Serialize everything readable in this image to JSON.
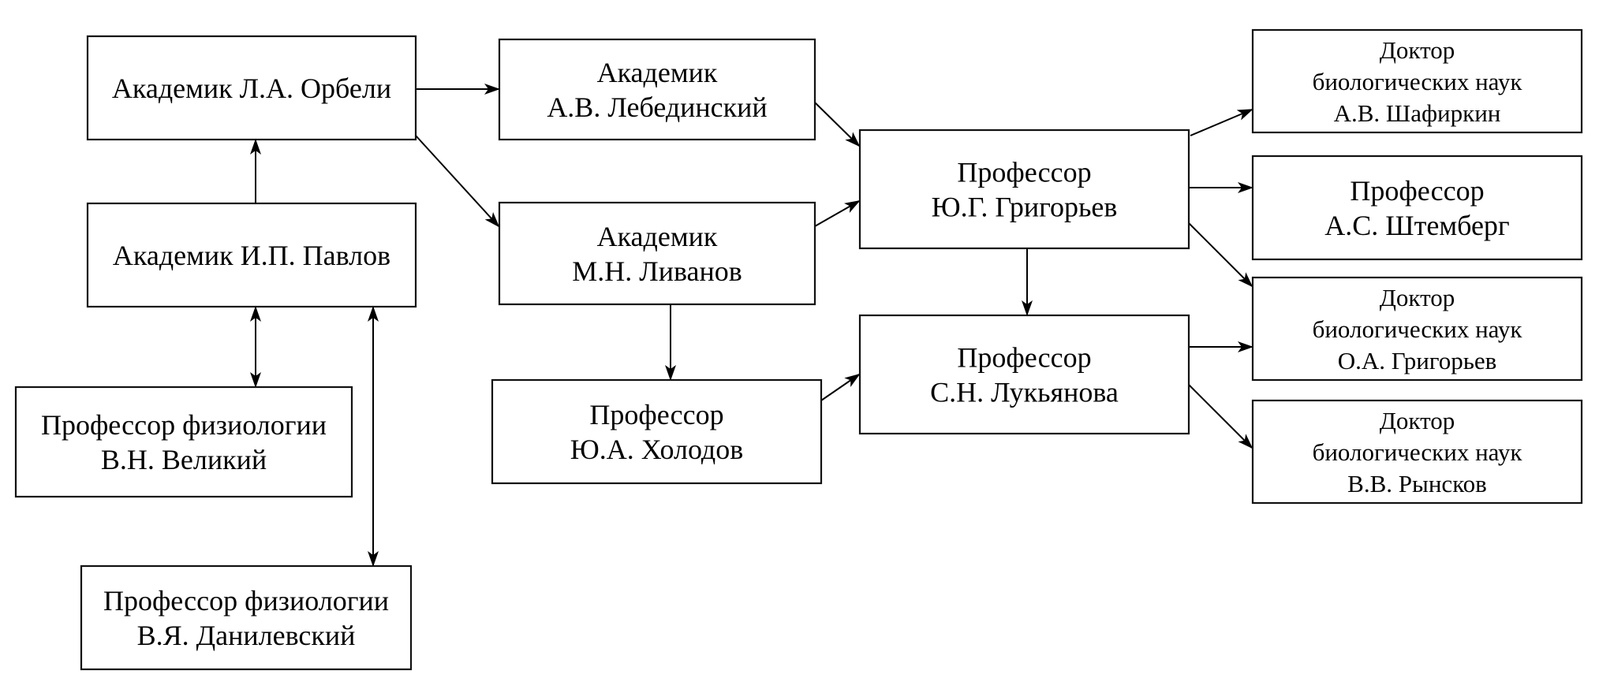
{
  "diagram": {
    "title": "",
    "nodes": [
      {
        "id": "orbeli",
        "lines": [
          "Академик Л.А. Орбели"
        ]
      },
      {
        "id": "pavlov",
        "lines": [
          "Академик И.П. Павлов"
        ]
      },
      {
        "id": "velikiy",
        "lines": [
          "Профессор физиологии",
          "В.Н. Великий"
        ]
      },
      {
        "id": "danilevsky",
        "lines": [
          "Профессор физиологии",
          "В.Я. Данилевский"
        ]
      },
      {
        "id": "lebedinsky",
        "lines": [
          "Академик",
          "А.В. Лебединский"
        ]
      },
      {
        "id": "livanov",
        "lines": [
          "Академик",
          "М.Н. Ливанов"
        ]
      },
      {
        "id": "kholodov",
        "lines": [
          "Профессор",
          "Ю.А. Холодов"
        ]
      },
      {
        "id": "yu-grigoryev",
        "lines": [
          "Профессор",
          "Ю.Г. Григорьев"
        ]
      },
      {
        "id": "lukyanova",
        "lines": [
          "Профессор",
          "С.Н. Лукьянова"
        ]
      },
      {
        "id": "shafirkin",
        "lines": [
          "Доктор",
          "биологических наук",
          "А.В. Шафиркин"
        ]
      },
      {
        "id": "shtemberg",
        "lines": [
          "Профессор",
          "А.С. Штемберг"
        ]
      },
      {
        "id": "oa-grigoryev",
        "lines": [
          "Доктор",
          "биологических наук",
          "О.А. Григорьев"
        ]
      },
      {
        "id": "rynskov",
        "lines": [
          "Доктор",
          "биологических наук",
          "В.В. Рынсков"
        ]
      }
    ],
    "edges": [
      {
        "from": "pavlov",
        "to": "orbeli",
        "type": "directed"
      },
      {
        "from": "pavlov",
        "to": "velikiy",
        "type": "bidirectional"
      },
      {
        "from": "pavlov",
        "to": "danilevsky",
        "type": "bidirectional"
      },
      {
        "from": "orbeli",
        "to": "lebedinsky",
        "type": "directed"
      },
      {
        "from": "orbeli",
        "to": "livanov",
        "type": "directed"
      },
      {
        "from": "livanov",
        "to": "kholodov",
        "type": "directed"
      },
      {
        "from": "lebedinsky",
        "to": "yu-grigoryev",
        "type": "directed"
      },
      {
        "from": "livanov",
        "to": "yu-grigoryev",
        "type": "directed"
      },
      {
        "from": "kholodov",
        "to": "lukyanova",
        "type": "directed"
      },
      {
        "from": "yu-grigoryev",
        "to": "lukyanova",
        "type": "directed"
      },
      {
        "from": "yu-grigoryev",
        "to": "shafirkin",
        "type": "directed"
      },
      {
        "from": "yu-grigoryev",
        "to": "shtemberg",
        "type": "directed"
      },
      {
        "from": "yu-grigoryev",
        "to": "oa-grigoryev",
        "type": "directed"
      },
      {
        "from": "lukyanova",
        "to": "oa-grigoryev",
        "type": "directed"
      },
      {
        "from": "lukyanova",
        "to": "rynskov",
        "type": "directed"
      }
    ]
  }
}
